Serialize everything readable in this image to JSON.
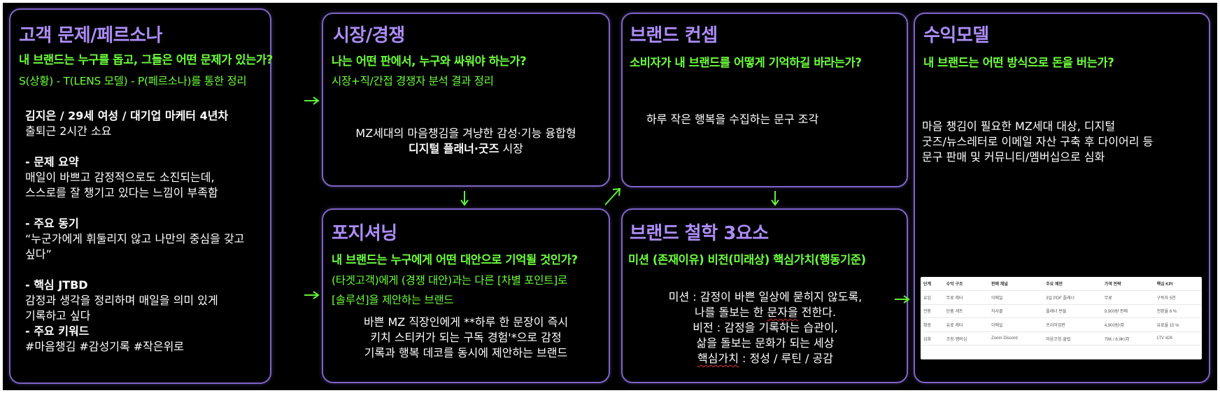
{
  "cards": {
    "persona": {
      "title": "고객 문제/페르소나",
      "sub1": "내 브랜드는 누구를 돕고, 그들은 어떤 문제가 있는가?",
      "sub2": "S(상황) - T(LENS 모델) - P(페르소나)를 통한 정리",
      "lines": [
        "김지은 / 29세 여성 / 대기업 마케터 4년차",
        "출퇴근 2시간 소요",
        "- 문제 요약",
        "매일이 바쁘고 감정적으로도 소진되는데,",
        "스스로를 잘 챙기고 있다는 느낌이 부족함",
        "- 주요 동기",
        "“누군가에게 휘둘리지 않고 나만의 중심을 갖고",
        "싶다”",
        "- 핵심 JTBD",
        "감정과 생각을 정리하며 매일을 의미 있게",
        "기록하고 싶다",
        "- 주요 키워드",
        "#마음챙김 #감성기록 #작은위로"
      ]
    },
    "market": {
      "title": "시장/경쟁",
      "sub1": "나는 어떤 판에서, 누구와 싸워야 하는가?",
      "sub2": "시장+직/간접 경쟁자 분석 결과 정리",
      "line1": "MZ세대의 마음챙김을 겨냥한 감성·기능 융합형",
      "line2_bold": "디지털 플래너·굿즈",
      "line2_rest": " 시장"
    },
    "positioning": {
      "title": "포지셔닝",
      "sub1": "내 브랜드는 누구에게 어떤 대안으로 기억될 것인가?",
      "sub2": "(타겟고객)에게 (경쟁 대안)과는 다른 [차별 포인트]로",
      "sub3": "[솔루션]을 제안하는 브랜드",
      "lines": [
        "바쁜 MZ 직장인에게 **하루 한 문장이 즉시",
        "키치 스티커가 되는 구독 경험'*으로 감정",
        "기록과 행복 데코를 동시에 제안하는 브랜드"
      ]
    },
    "concept": {
      "title": "브랜드 컨셉",
      "sub1": "소비자가 내 브랜드를 어떻게 기억하길 바라는가?",
      "line": "하루 작은 행복을 수집하는 문구 조각"
    },
    "philosophy": {
      "title": "브랜드 철학 3요소",
      "sub1": "미션 (존재이유) 비전(미래상) 핵심가치(행동기준)",
      "line1": "미션 : 감정이 바쁜 일상에 묻히지 않도록,",
      "line2a": "나를 돌보는 한 ",
      "line2b": "문자을",
      "line2c": " 전한다.",
      "line3": "비전 : 감정을 기록하는 습관이,",
      "line4": "삶을 돌보는 문화가 되는 세상",
      "line5a": "핵심가치",
      "line5b": " : 정성 / 루틴 / 공감"
    },
    "revenue": {
      "title": "수익모델",
      "sub1": "내 브랜드는 어떤 방식으로 돈을 버는가?",
      "lines": [
        "마음 챙김이 필요한 MZ세대 대상, 디지털",
        "굿즈/뉴스레터로 이메일 자산 구축 후 다이어리 등",
        "문구 판매 및 커뮤니티/멤버십으로 심화"
      ],
      "table": [
        [
          "단계",
          "수익 구조",
          "판매 채널",
          "주요 제안",
          "가격 전략",
          "핵심 KPI"
        ],
        [
          "유입",
          "무료 레터",
          "이메일",
          "3일 PDF 플래너",
          "무료",
          "구독자 5천"
        ],
        [
          "전환",
          "단품·세트",
          "자사몰",
          "플래너 번들",
          "9,900원 판매",
          "전환율 6 %"
        ],
        [
          "확장",
          "유료 레터",
          "이메일",
          "프리미엄판",
          "4,900원/月",
          "유료율 15 %"
        ],
        [
          "심화",
          "코칭·멤버십",
          "Zoom·Discord",
          "마음코칭·클럽",
          "79K / 6.9K/月",
          "LTV 42K"
        ]
      ]
    }
  },
  "colors": {
    "background": "#000000",
    "border": "#7f63c8",
    "title": "#ad8df8",
    "subtitle": "#6cff3c",
    "text": "#ffffff"
  },
  "icons": [
    "arrow-right-icon",
    "arrow-down-icon",
    "arrow-diagonal-icon"
  ]
}
